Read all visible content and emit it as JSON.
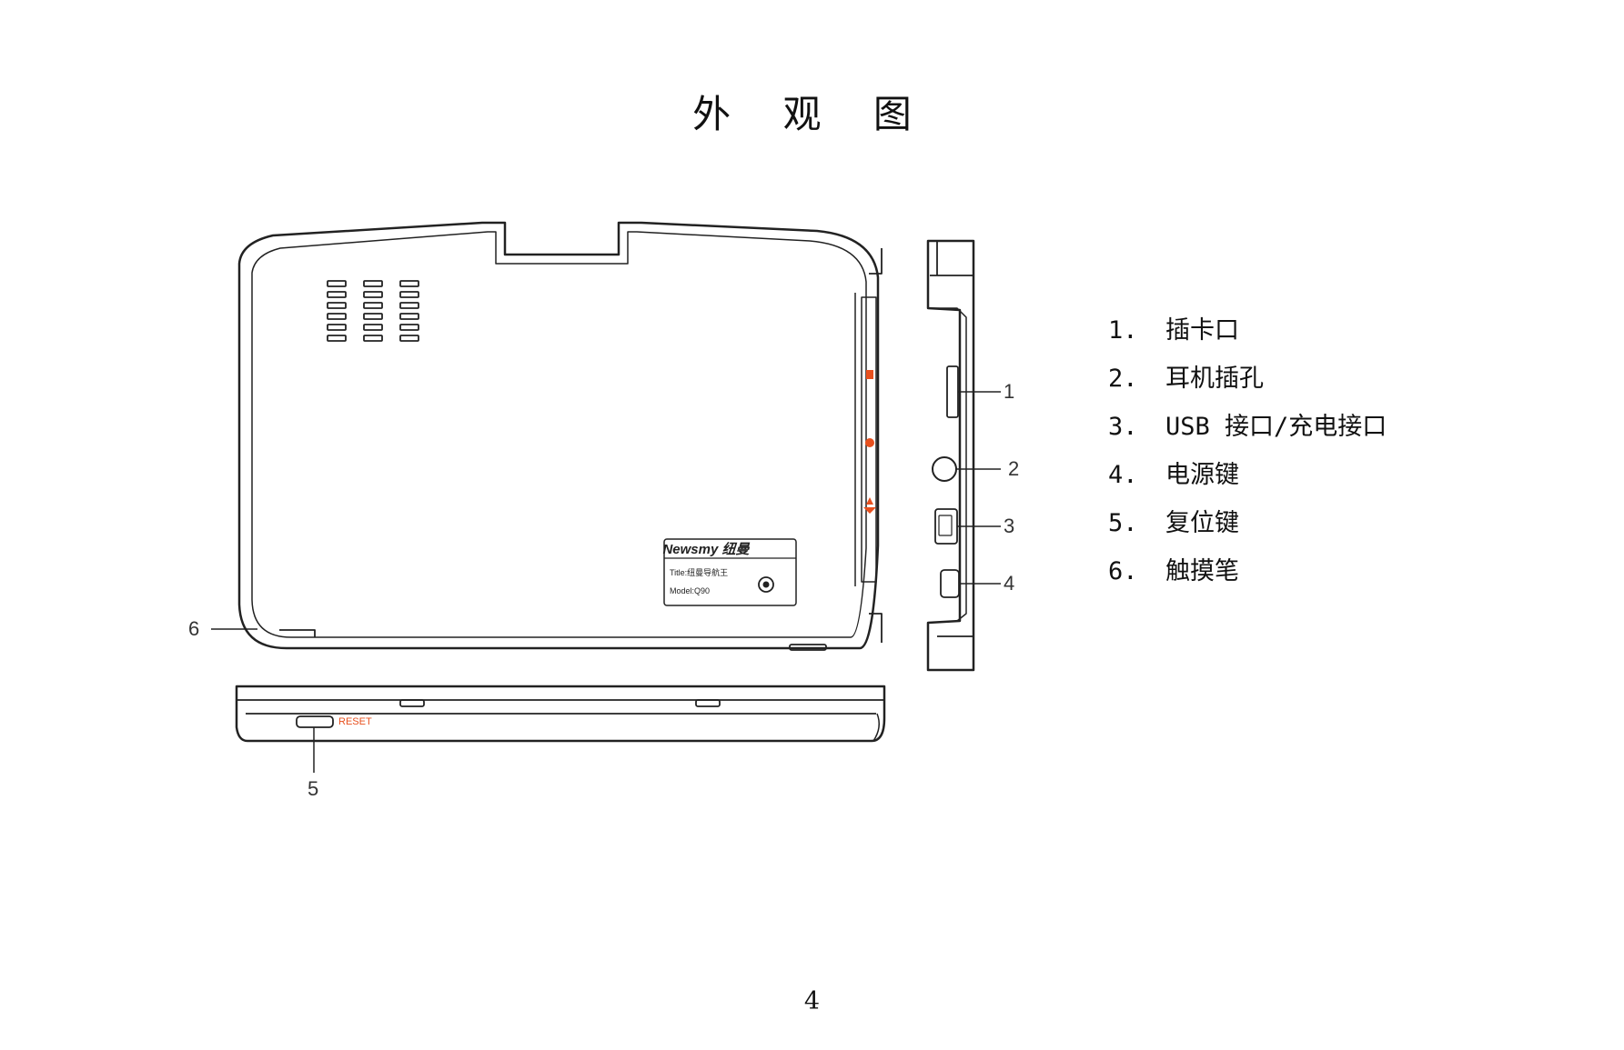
{
  "page": {
    "title": "外 观 图",
    "page_number": "4"
  },
  "figure": {
    "sticker": {
      "brand": "Newsmy 纽曼",
      "title_line": "Title:纽曼导航王",
      "model_line": "Model:Q90"
    },
    "reset_label": "RESET",
    "callouts": [
      "1",
      "2",
      "3",
      "4",
      "5",
      "6"
    ]
  },
  "legend": [
    {
      "num": "1.",
      "label": "插卡口"
    },
    {
      "num": "2.",
      "label": "耳机插孔"
    },
    {
      "num": "3.",
      "label": "USB 接口/充电接口"
    },
    {
      "num": "4.",
      "label": "电源键"
    },
    {
      "num": "5.",
      "label": "复位键"
    },
    {
      "num": "6.",
      "label": "触摸笔"
    }
  ],
  "colors": {
    "line": "#222222",
    "accent": "#e8501e"
  }
}
